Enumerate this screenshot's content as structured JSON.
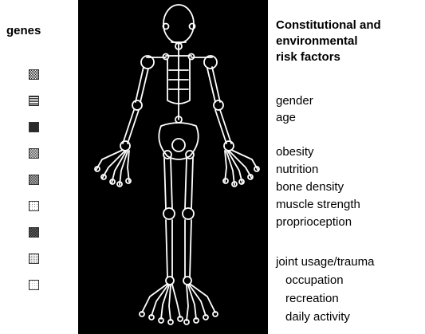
{
  "genes": {
    "title": "genes",
    "swatches": [
      {
        "pattern": "checker-dense"
      },
      {
        "pattern": "horizontal-lines"
      },
      {
        "pattern": "solid-dark"
      },
      {
        "pattern": "checker-medium"
      },
      {
        "pattern": "checker-medium-dark"
      },
      {
        "pattern": "dots-light"
      },
      {
        "pattern": "checker-dark"
      },
      {
        "pattern": "dots-medium"
      },
      {
        "pattern": "dots-faint"
      }
    ]
  },
  "skeleton": {
    "background": "#000000",
    "stroke": "#ffffff"
  },
  "risk_factors": {
    "title_line1": "Constitutional and",
    "title_line2": "environmental",
    "title_line3": "risk factors",
    "group1": [
      "gender",
      "age"
    ],
    "group2": [
      "obesity",
      "nutrition",
      "bone density",
      "muscle strength",
      "proprioception"
    ],
    "group3_title": "joint usage/trauma",
    "group3_items": [
      "occupation",
      "recreation",
      "daily activity"
    ]
  }
}
